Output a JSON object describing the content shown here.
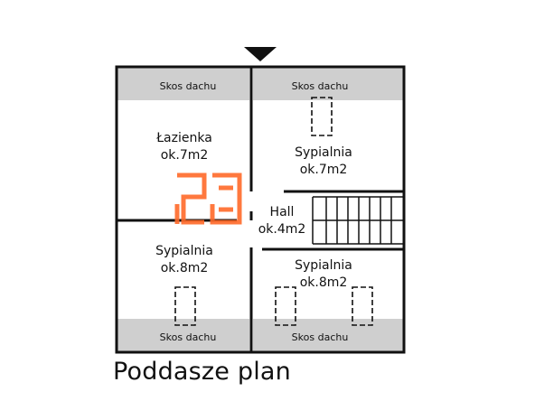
{
  "plan": {
    "caption": "Poddasze plan",
    "skos": [
      "Skos dachu",
      "Skos dachu",
      "Skos dachu",
      "Skos dachu"
    ],
    "rooms": {
      "lazienka": {
        "name": "Łazienka",
        "area": "ok.7m2"
      },
      "sypialnia_top_right": {
        "name": "Sypialnia",
        "area": "ok.7m2"
      },
      "hall": {
        "name": "Hall",
        "area": "ok.4m2"
      },
      "sypialnia_bottom_left": {
        "name": "Sypialnia",
        "area": "ok.8m2"
      },
      "sypialnia_bottom_right": {
        "name": "Sypialnia",
        "area": "ok.8m2"
      }
    },
    "colors": {
      "wall": "#111111",
      "skos_fill": "#cfcfcf",
      "logo": "#ff6a2a"
    }
  }
}
